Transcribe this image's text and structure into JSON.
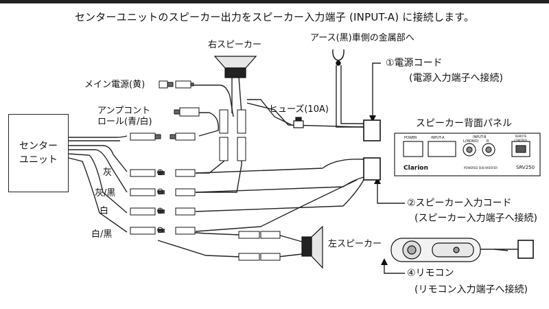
{
  "title": "センターユニットのスピーカー出力をスピーカー入力端子 (INPUT-A) に接続します。",
  "center_unit": {
    "line1": "センター",
    "line2": "ユニット"
  },
  "labels": {
    "right_speaker": "右スピーカー",
    "left_speaker": "左スピーカー",
    "ground": "アース(黒)車側の金属部へ",
    "main_power": "メイン電源(黄)",
    "amp_control_1": "アンプコント",
    "amp_control_2": "ロール(青/白)",
    "fuse": "ヒューズ(10A)",
    "gray": "灰",
    "gray_black": "灰/黒",
    "white": "白",
    "white_black": "白/黒",
    "plus": "⊕",
    "minus": "⊖"
  },
  "callouts": {
    "power_cord": "①電源コード",
    "power_cord_sub": "(電源入力端子へ接続)",
    "speaker_cord": "②スピーカー入力コード",
    "speaker_cord_sub": "(スピーカー入力端子へ接続)",
    "remote": "④リモコン",
    "remote_sub": "(リモコン入力端子へ接続)"
  },
  "panel": {
    "title": "スピーカー背面パネル",
    "power": "POWER",
    "input_a": "INPUT-A",
    "input_b": "INPUT-B",
    "l_mono": "L(MONO)",
    "r": "R",
    "remote": "REMOTE CONTROL",
    "brand": "Clarion",
    "model": "SRV250",
    "desc": "POWERED SUB WOOFER"
  },
  "colors": {
    "line": "#222222",
    "accent": "#000000"
  }
}
